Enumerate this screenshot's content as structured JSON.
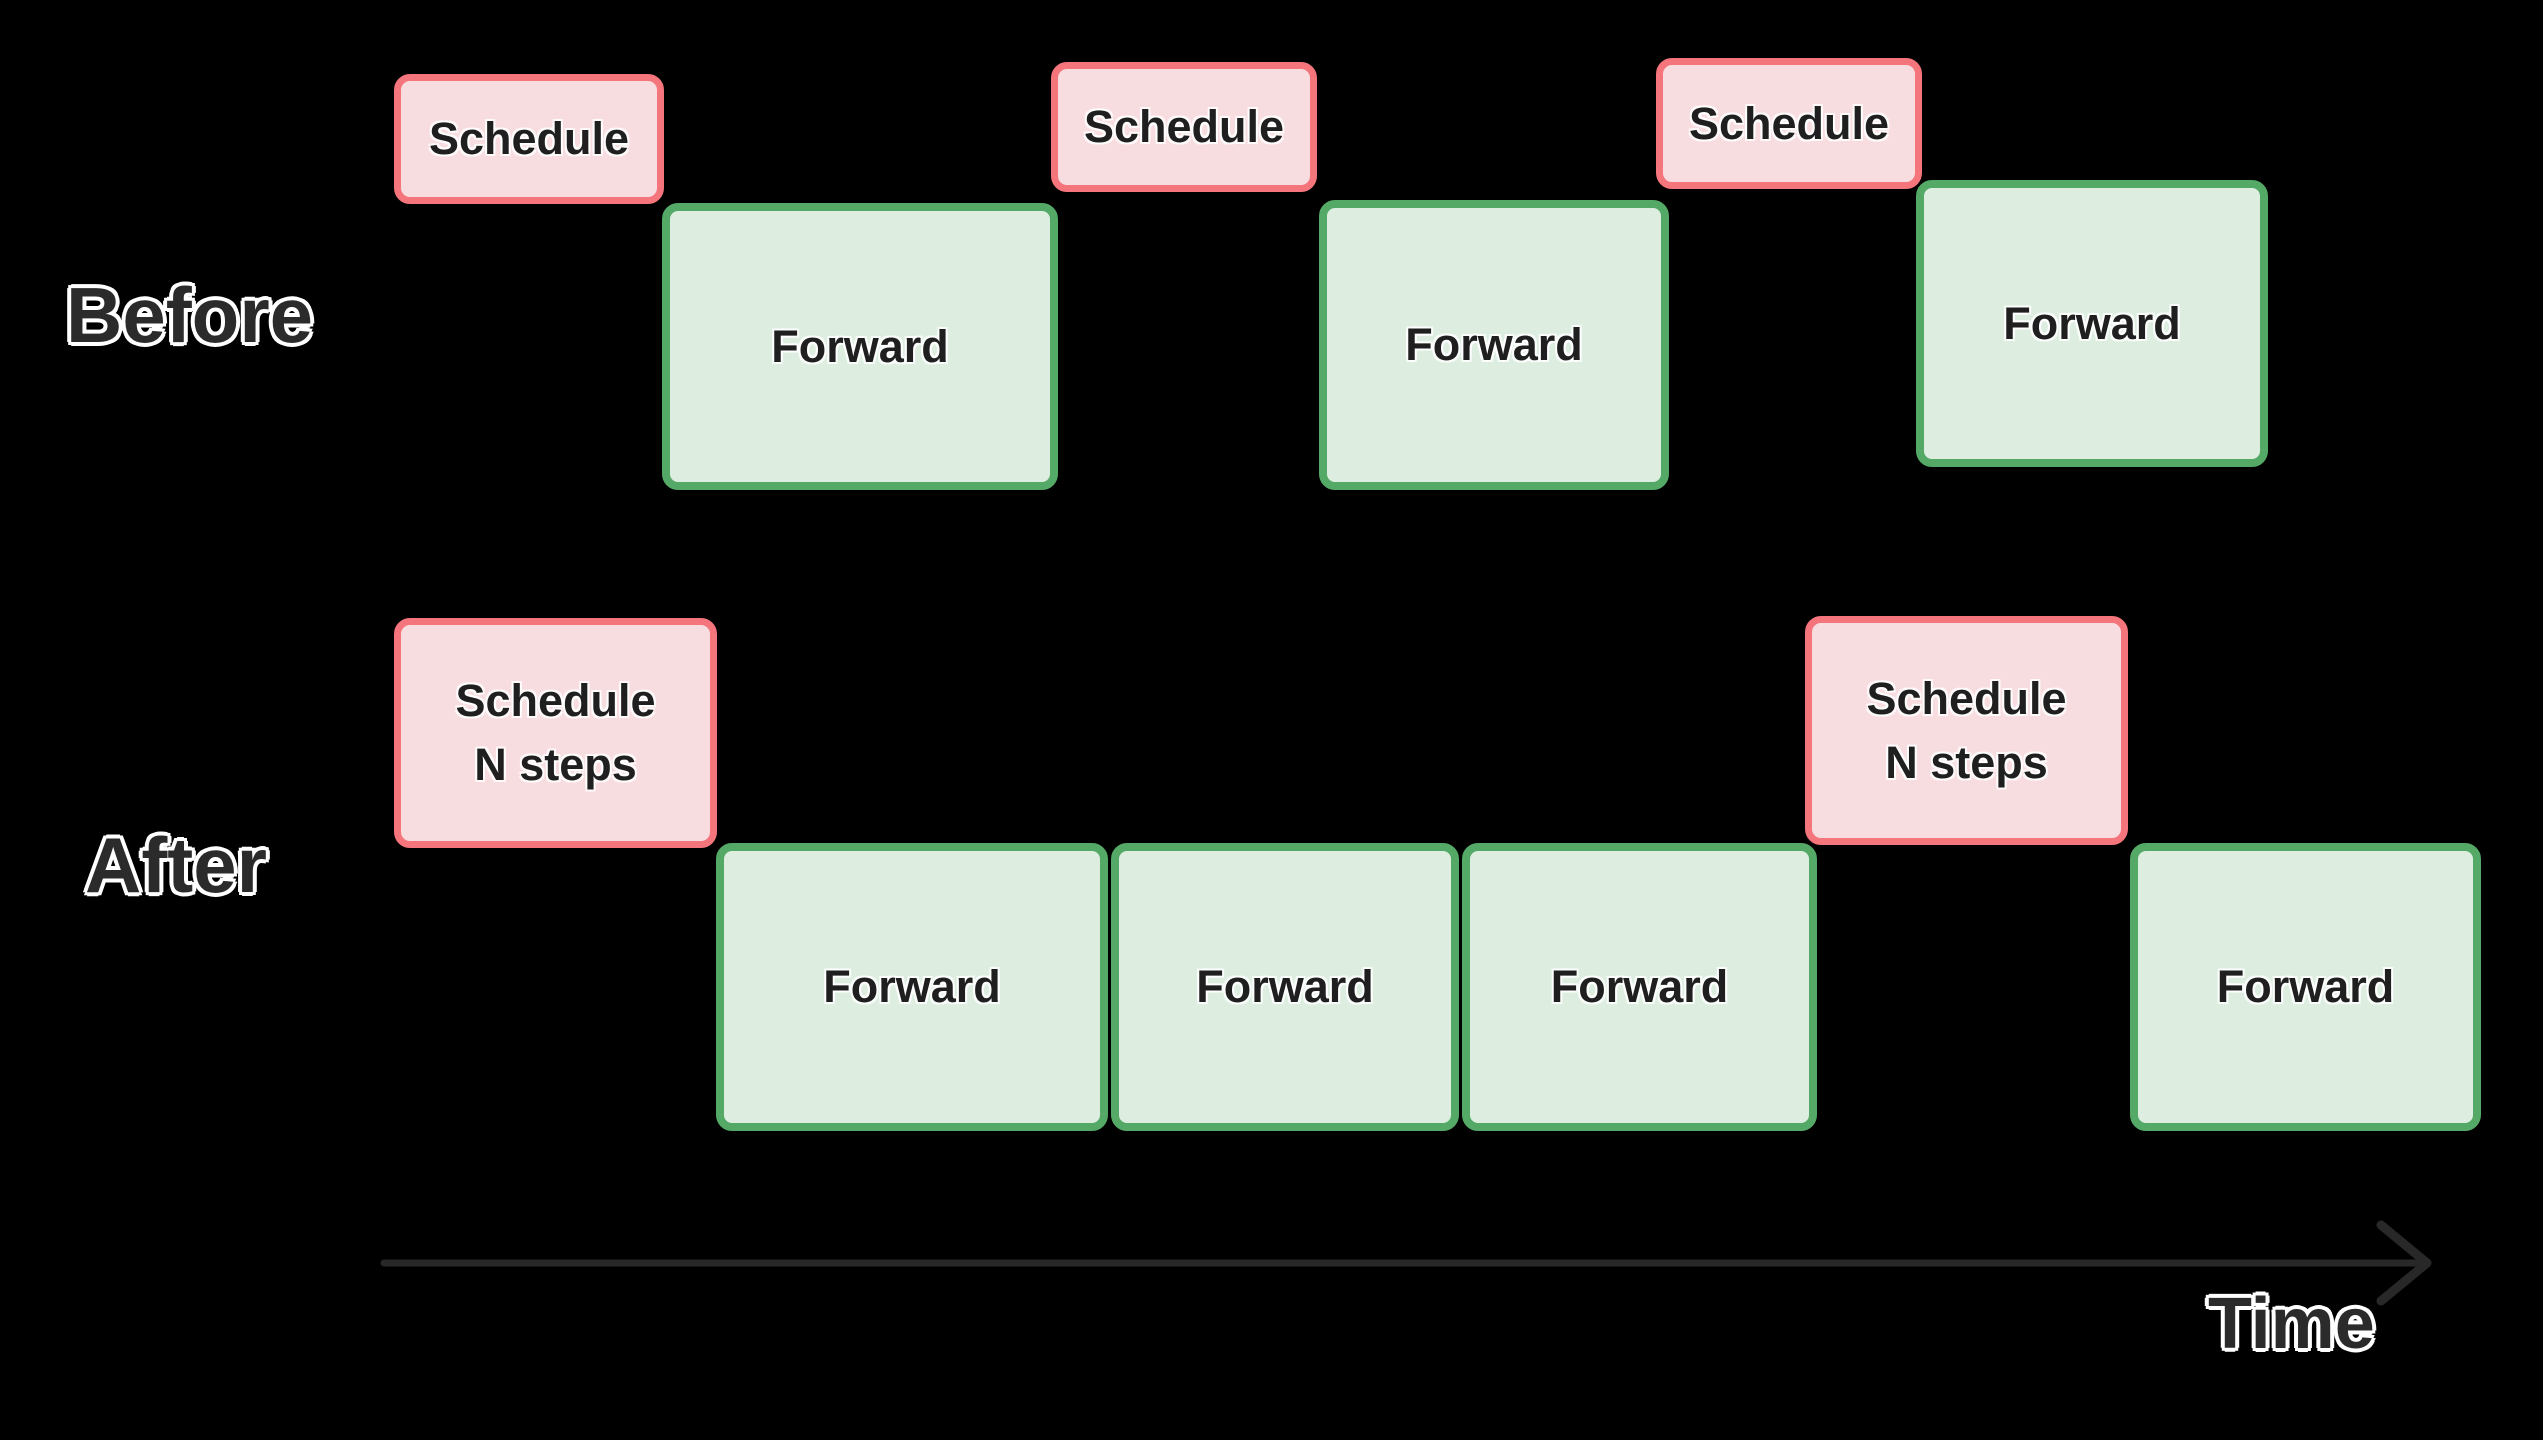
{
  "diagram": {
    "before": {
      "label": "Before",
      "blocks": [
        {
          "type": "schedule",
          "label": "Schedule"
        },
        {
          "type": "forward",
          "label": "Forward"
        },
        {
          "type": "schedule",
          "label": "Schedule"
        },
        {
          "type": "forward",
          "label": "Forward"
        },
        {
          "type": "schedule",
          "label": "Schedule"
        },
        {
          "type": "forward",
          "label": "Forward"
        }
      ]
    },
    "after": {
      "label": "After",
      "blocks": [
        {
          "type": "schedule",
          "lines": [
            "Schedule",
            "N steps"
          ]
        },
        {
          "type": "forward",
          "label": "Forward"
        },
        {
          "type": "forward",
          "label": "Forward"
        },
        {
          "type": "forward",
          "label": "Forward"
        },
        {
          "type": "schedule",
          "lines": [
            "Schedule",
            "N steps"
          ]
        },
        {
          "type": "forward",
          "label": "Forward"
        }
      ]
    },
    "time_axis": {
      "label": "Time"
    }
  },
  "colors": {
    "background": "#000000",
    "schedule_fill": "#f8dde0",
    "schedule_border": "#f4757c",
    "forward_fill": "#ddeee1",
    "forward_border": "#55a967",
    "block_text": "#1f1f1f",
    "label_text": "#2b2b2b",
    "label_outline": "#ffffff",
    "arrow": "#282828"
  }
}
